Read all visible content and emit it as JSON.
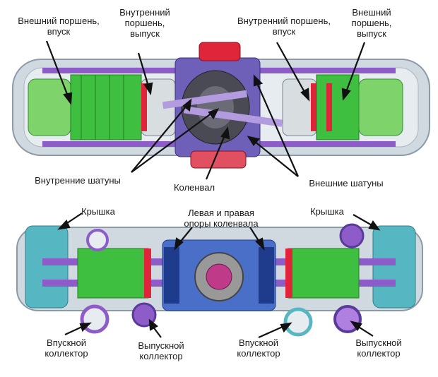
{
  "labels": {
    "outer_piston_intake": [
      "Внешний поршень,",
      "впуск"
    ],
    "inner_piston_exhaust": [
      "Внутренний",
      "поршень,",
      "выпуск"
    ],
    "inner_piston_intake": [
      "Внутренний поршень,",
      "впуск"
    ],
    "outer_piston_exhaust": [
      "Внешний",
      "поршень,",
      "выпуск"
    ],
    "inner_rods": "Внутренние шатуны",
    "crankshaft": "Коленвал",
    "outer_rods": "Внешние шатуны",
    "cover_left": "Крышка",
    "cover_right": "Крышка",
    "crank_supports": [
      "Левая и правая",
      "опоры коленвала"
    ],
    "intake_manifold_left": [
      "Впускной",
      "коллектор"
    ],
    "exhaust_manifold_left": [
      "Выпускной",
      "коллектор"
    ],
    "intake_manifold_right": [
      "Впускной",
      "коллектор"
    ],
    "exhaust_manifold_right": [
      "Выпускной",
      "коллектор"
    ]
  },
  "colors": {
    "housing": "#c9d4dc",
    "housing_edge": "#8a9aa8",
    "purple": "#8d5cc8",
    "violet_dark": "#5a3a9a",
    "green": "#3fbf3f",
    "lime": "#b7e36a",
    "red": "#e0243a",
    "navy": "#1f3c8c",
    "teal": "#56b7c2",
    "piston_grey": "#d8dde0",
    "dark": "#333333"
  }
}
